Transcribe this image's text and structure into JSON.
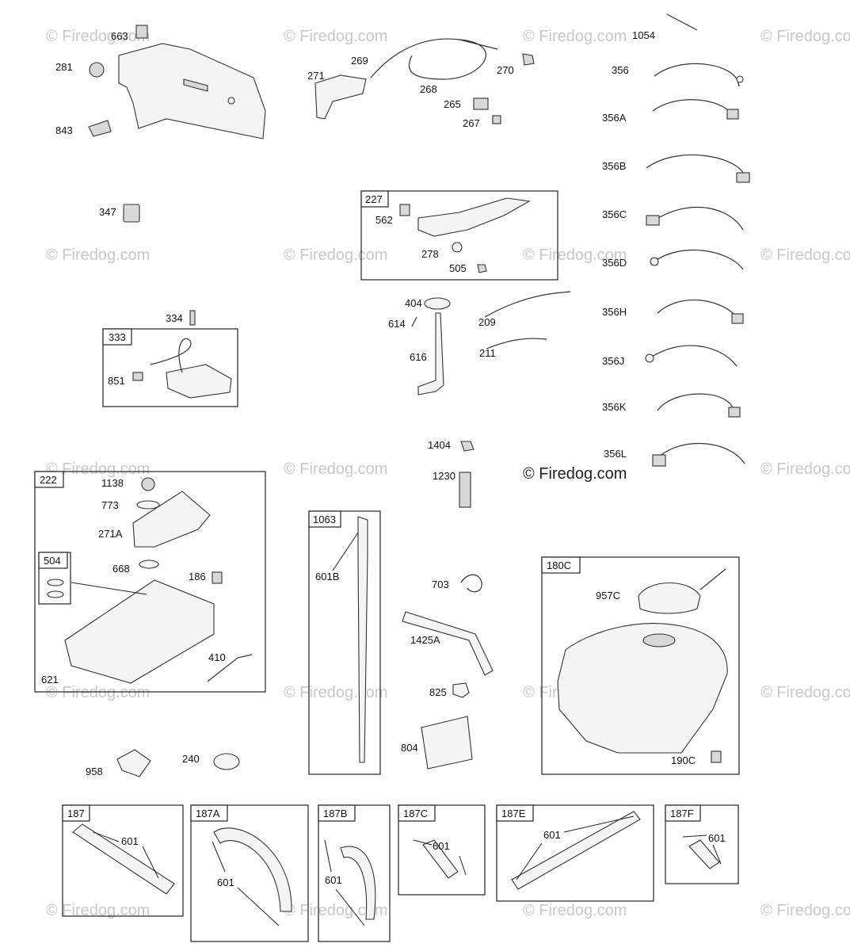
{
  "watermark": {
    "text": "© Firedog.com",
    "prominent_text": "© Firedog.com"
  },
  "boxes": {
    "b227": "227",
    "b333": "333",
    "b222": "222",
    "b504": "504",
    "b1063": "1063",
    "b180c": "180C",
    "b187": "187",
    "b187a": "187A",
    "b187b": "187B",
    "b187c": "187C",
    "b187e": "187E",
    "b187f": "187F"
  },
  "labels": {
    "p663": "663",
    "p281": "281",
    "p843": "843",
    "p347": "347",
    "p269": "269",
    "p271": "271",
    "p268": "268",
    "p270": "270",
    "p265": "265",
    "p267": "267",
    "p1054": "1054",
    "p356": "356",
    "p356a": "356A",
    "p356b": "356B",
    "p356c": "356C",
    "p356d": "356D",
    "p356h": "356H",
    "p356j": "356J",
    "p356k": "356K",
    "p356l": "356L",
    "p562": "562",
    "p278": "278",
    "p505": "505",
    "p404": "404",
    "p614": "614",
    "p616": "616",
    "p209": "209",
    "p211": "211",
    "p334": "334",
    "p851": "851",
    "p1404": "1404",
    "p1230": "1230",
    "p1138": "1138",
    "p773": "773",
    "p271a": "271A",
    "p668": "668",
    "p186": "186",
    "p410": "410",
    "p621": "621",
    "p601b": "601B",
    "p703": "703",
    "p1425a": "1425A",
    "p825": "825",
    "p804": "804",
    "p957c": "957C",
    "p190c": "190C",
    "p958": "958",
    "p240": "240",
    "p601_187": "601",
    "p601_187a": "601",
    "p601_187b": "601",
    "p601_187c": "601",
    "p601_187e": "601",
    "p601_187f": "601"
  }
}
